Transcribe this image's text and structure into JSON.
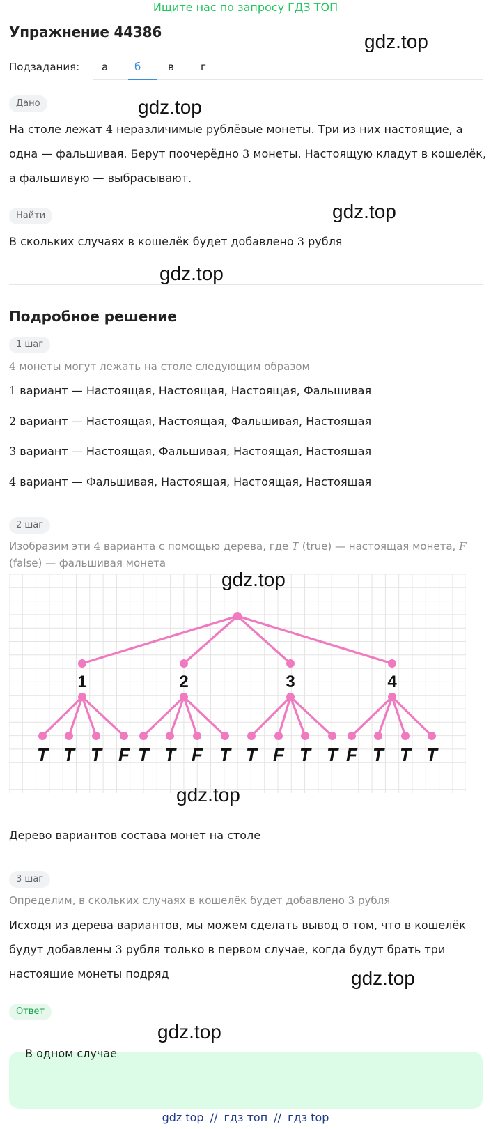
{
  "banner": "Ищите нас по запросу ГДЗ ТОП",
  "title": "Упражнение 44386",
  "subtasks": {
    "label": "Подзадания:",
    "items": [
      "а",
      "б",
      "в",
      "г"
    ],
    "active": "б"
  },
  "watermark": "gdz.top",
  "given": {
    "badge": "Дано",
    "lines": [
      [
        "На столе лежат ",
        "4",
        " неразличимые рублёвые монеты. Три из них настоящие, а"
      ],
      [
        "одна — фальшивая. Берут поочерёдно ",
        "3",
        " монеты. Настоящую кладут в кошелёк,"
      ],
      [
        "а фальшивую — выбрасывают."
      ]
    ]
  },
  "find": {
    "badge": "Найти",
    "parts": [
      "В скольких случаях в кошелёк будет добавлено ",
      "3",
      " рубля"
    ]
  },
  "solution_title": "Подробное решение",
  "step1": {
    "badge": "1 шаг",
    "intro": [
      "4",
      " монеты могут лежать на столе следующим образом"
    ],
    "variants": [
      [
        "1",
        " вариант — Настоящая, Настоящая, Настоящая, Фальшивая"
      ],
      [
        "2",
        " вариант — Настоящая, Настоящая, Фальшивая, Настоящая"
      ],
      [
        "3",
        " вариант — Настоящая, Фальшивая, Настоящая, Настоящая"
      ],
      [
        "4",
        " вариант — Фальшивая, Настоящая, Настоящая, Настоящая"
      ]
    ]
  },
  "step2": {
    "badge": "2 шаг",
    "line1": [
      "Изобразим эти ",
      "4",
      " варианта с помощью дерева, где ",
      "T",
      " (true) — настоящая монета, ",
      "F"
    ],
    "line2": "(false) — фальшивая монета",
    "tree": {
      "branch_labels": [
        "1",
        "2",
        "3",
        "4"
      ],
      "leaves": [
        [
          "T",
          "T",
          "T",
          "F"
        ],
        [
          "T",
          "T",
          "F",
          "T"
        ],
        [
          "T",
          "F",
          "T",
          "T"
        ],
        [
          "F",
          "T",
          "T",
          "T"
        ]
      ],
      "color": "#f07ac0"
    },
    "caption": "Дерево вариантов состава монет на столе"
  },
  "step3": {
    "badge": "3 шаг",
    "intro": [
      "Определим, в скольких случаях в кошелёк будет добавлено ",
      "3",
      " рубля"
    ],
    "lines": [
      [
        "Исходя из дерева вариантов, мы можем сделать вывод о том, что в кошелёк"
      ],
      [
        "будут добавлены ",
        "3",
        " рубля только в первом случае, когда будут брать три"
      ],
      [
        "настоящие монеты подряд"
      ]
    ]
  },
  "answer": {
    "badge": "Ответ",
    "text": "В одном случае"
  },
  "footer": [
    "gdz top",
    "//",
    "гдз топ",
    "//",
    "гдз top"
  ]
}
